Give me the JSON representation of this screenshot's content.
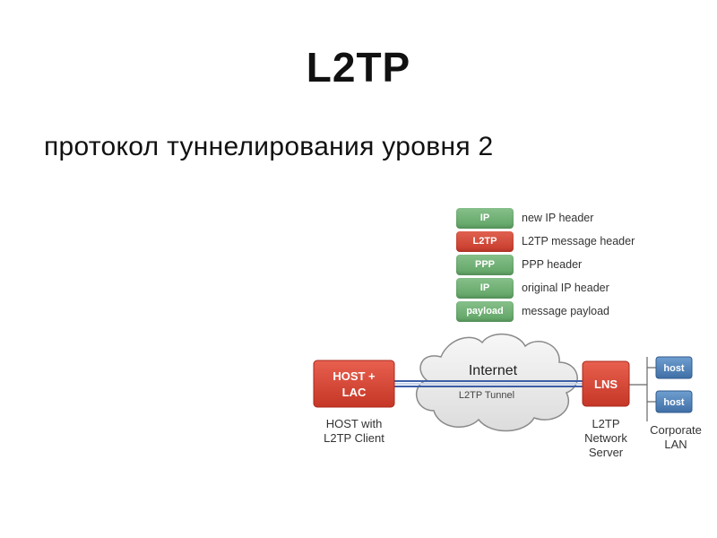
{
  "title": "L2TP",
  "subtitle": "протокол туннелирования уровня 2",
  "packet_layers": [
    {
      "tag": "IP",
      "label": "new IP header",
      "color": "green"
    },
    {
      "tag": "L2TP",
      "label": "L2TP message header",
      "color": "red"
    },
    {
      "tag": "PPP",
      "label": "PPP header",
      "color": "green"
    },
    {
      "tag": "IP",
      "label": "original IP header",
      "color": "green"
    },
    {
      "tag": "payload",
      "label": "message payload",
      "color": "green"
    }
  ],
  "network": {
    "client_node": "HOST +\nLAC",
    "client_node_line1": "HOST +",
    "client_node_line2": "LAC",
    "client_caption_line1": "HOST with",
    "client_caption_line2": "L2TP Client",
    "cloud_label": "Internet",
    "tunnel_label": "L2TP Tunnel",
    "server_node": "LNS",
    "server_caption_line1": "L2TP",
    "server_caption_line2": "Network",
    "server_caption_line3": "Server",
    "host_top": "host",
    "host_bottom": "host",
    "lan_caption_line1": "Corporate",
    "lan_caption_line2": "LAN"
  },
  "colors": {
    "node_red": "#d9493a",
    "pill_green": "#6fae74",
    "host_blue": "#4f7fb5",
    "tunnel_blue": "#3b5fa8"
  }
}
